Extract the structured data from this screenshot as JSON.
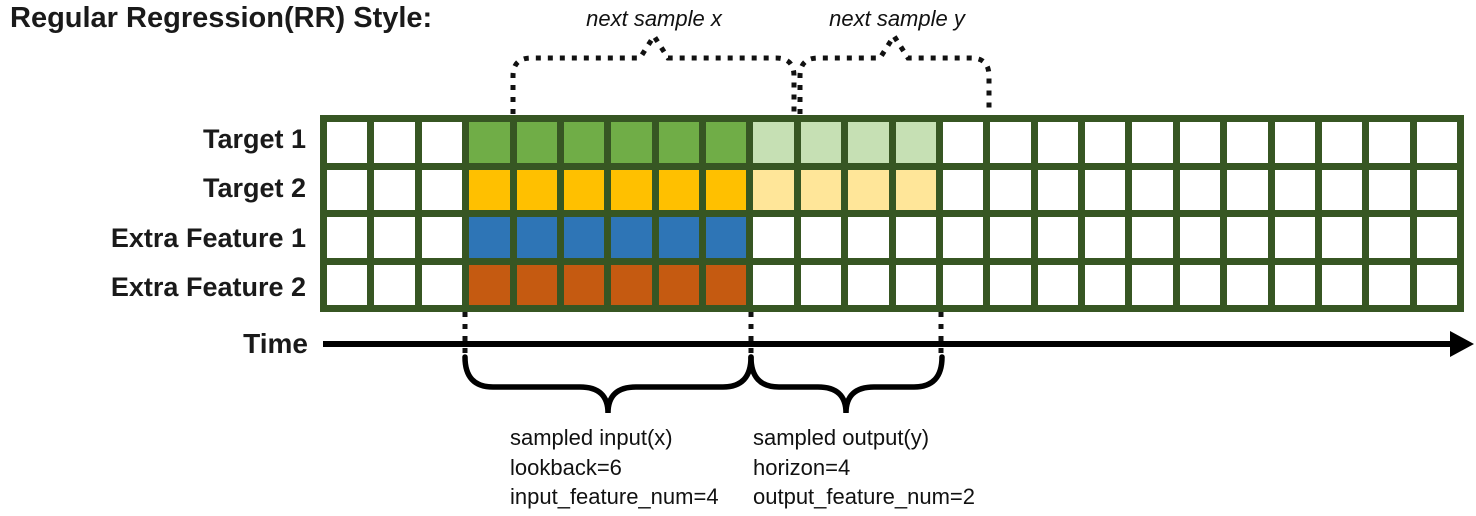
{
  "title": "Regular Regression(RR) Style:",
  "annotations": {
    "next_sample_x": "next sample x",
    "next_sample_y": "next sample y"
  },
  "grid": {
    "columns": 24,
    "input_start_col": 3,
    "lookback": 6,
    "horizon": 4,
    "border_color": "#375623",
    "cell_color": "#ffffff",
    "rows": [
      {
        "label": "Target 1",
        "solid_color": "#70AD47",
        "light_color": "#C6E0B4",
        "has_horizon": true
      },
      {
        "label": "Target 2",
        "solid_color": "#FFC000",
        "light_color": "#FFE699",
        "has_horizon": true
      },
      {
        "label": "Extra Feature 1",
        "solid_color": "#2E75B6",
        "light_color": null,
        "has_horizon": false
      },
      {
        "label": "Extra Feature 2",
        "solid_color": "#C55A11",
        "light_color": null,
        "has_horizon": false
      }
    ]
  },
  "time_axis": {
    "label": "Time",
    "color": "#000000"
  },
  "callouts": {
    "input": {
      "lines": [
        "sampled input(x)",
        "lookback=6",
        "input_feature_num=4"
      ]
    },
    "output": {
      "lines": [
        "sampled output(y)",
        "horizon=4",
        "output_feature_num=2"
      ]
    }
  }
}
